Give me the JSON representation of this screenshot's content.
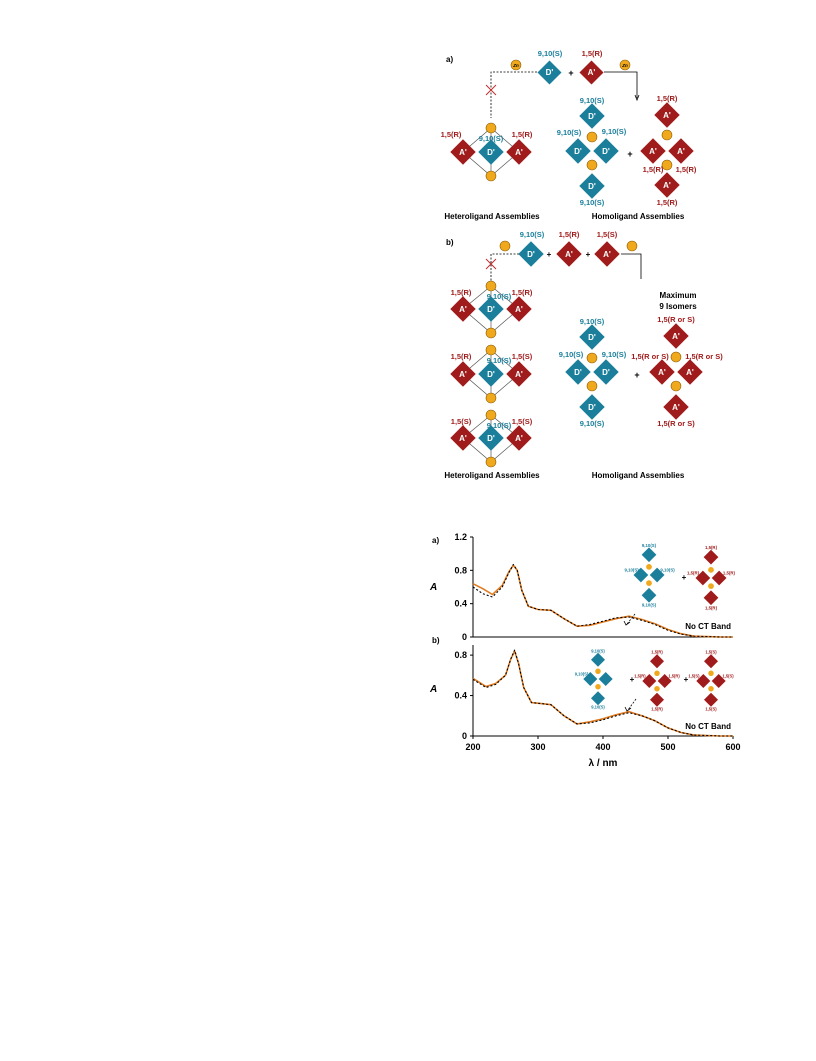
{
  "scheme": {
    "panel_a_label": "a)",
    "panel_b_label": "b)",
    "zn": "Zn",
    "d_label": "D'",
    "a_label": "A'",
    "plus": "+",
    "cfg_s910": "9,10(S)",
    "cfg_r15": "1,5(R)",
    "cfg_s15": "1,5(S)",
    "cfg_ros": "1,5(R or S)",
    "hetero_title": "Heteroligand Assemblies",
    "homo_title": "Homoligand Assemblies",
    "max_isomers_line1": "Maximum",
    "max_isomers_line2": "9 Isomers"
  },
  "chart_data": [
    {
      "type": "line",
      "panel": "a)",
      "ylabel": "A",
      "xlim": [
        200,
        600
      ],
      "ylim": [
        0,
        1.2
      ],
      "yticks": [
        "0",
        "0.4",
        "0.8",
        "1.2"
      ],
      "annotation": "No CT Band",
      "series": [
        {
          "style": "solid",
          "color": "#e07b20",
          "x": [
            200,
            215,
            230,
            245,
            255,
            262,
            268,
            275,
            285,
            300,
            320,
            340,
            360,
            380,
            400,
            420,
            440,
            460,
            480,
            500,
            520,
            540,
            560,
            580,
            600
          ],
          "y": [
            0.64,
            0.58,
            0.51,
            0.62,
            0.78,
            0.86,
            0.8,
            0.56,
            0.37,
            0.33,
            0.32,
            0.22,
            0.13,
            0.14,
            0.18,
            0.22,
            0.25,
            0.21,
            0.16,
            0.09,
            0.04,
            0.01,
            0.005,
            0.0,
            0.0
          ]
        },
        {
          "style": "dotted",
          "color": "#000000",
          "x": [
            200,
            215,
            230,
            245,
            255,
            262,
            268,
            275,
            285,
            300,
            320,
            340,
            360,
            380,
            400,
            420,
            440,
            460,
            480,
            500,
            520,
            540,
            560,
            580,
            600
          ],
          "y": [
            0.6,
            0.52,
            0.48,
            0.6,
            0.77,
            0.87,
            0.8,
            0.56,
            0.37,
            0.33,
            0.32,
            0.22,
            0.13,
            0.15,
            0.19,
            0.23,
            0.24,
            0.2,
            0.15,
            0.08,
            0.035,
            0.01,
            0.005,
            0.0,
            0.0
          ]
        }
      ]
    },
    {
      "type": "line",
      "panel": "b)",
      "ylabel": "A",
      "xlabel": "λ / nm",
      "xlim": [
        200,
        600
      ],
      "ylim": [
        0,
        0.9
      ],
      "yticks": [
        "0",
        "0.4",
        "0.8"
      ],
      "xticks": [
        "200",
        "300",
        "400",
        "500",
        "600"
      ],
      "annotation": "No CT Band",
      "series": [
        {
          "style": "solid",
          "color": "#e07b20",
          "x": [
            200,
            210,
            220,
            235,
            250,
            258,
            264,
            270,
            278,
            290,
            305,
            320,
            340,
            360,
            380,
            400,
            420,
            440,
            460,
            480,
            500,
            520,
            540,
            560,
            580,
            600
          ],
          "y": [
            0.57,
            0.53,
            0.49,
            0.52,
            0.6,
            0.76,
            0.84,
            0.72,
            0.48,
            0.33,
            0.32,
            0.31,
            0.2,
            0.12,
            0.14,
            0.17,
            0.21,
            0.24,
            0.2,
            0.15,
            0.08,
            0.035,
            0.01,
            0.005,
            0.0,
            0.0
          ]
        },
        {
          "style": "dotted",
          "color": "#000000",
          "x": [
            200,
            210,
            220,
            235,
            250,
            258,
            264,
            270,
            278,
            290,
            305,
            320,
            340,
            360,
            380,
            400,
            420,
            440,
            460,
            480,
            500,
            520,
            540,
            560,
            580,
            600
          ],
          "y": [
            0.56,
            0.52,
            0.48,
            0.51,
            0.6,
            0.76,
            0.85,
            0.72,
            0.48,
            0.33,
            0.32,
            0.31,
            0.2,
            0.12,
            0.13,
            0.16,
            0.2,
            0.23,
            0.2,
            0.15,
            0.08,
            0.035,
            0.01,
            0.005,
            0.0,
            0.0
          ]
        }
      ]
    }
  ]
}
